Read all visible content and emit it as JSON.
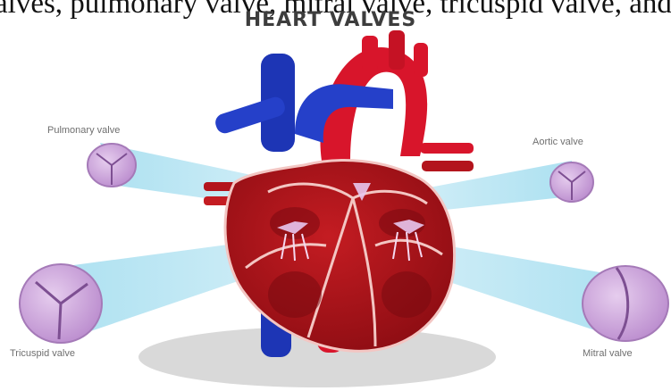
{
  "caption": {
    "text": "alves, pulmonary valve, mitral valve, tricuspid valve, and a"
  },
  "title": "HEART VALVES",
  "labels": {
    "pulmonary": "Pulmonary valve",
    "aortic": "Aortic valve",
    "tricuspid": "Tricuspid valve",
    "mitral": "Mitral valve"
  },
  "colors": {
    "heart_red": "#b3141c",
    "heart_dark": "#7a0a10",
    "vessel_blue": "#1d35b5",
    "vessel_red": "#d8152b",
    "valve_purple": "#c9a3d9",
    "beam_blue": "#a8dff0",
    "shadow_grey": "#d9d9d9"
  }
}
